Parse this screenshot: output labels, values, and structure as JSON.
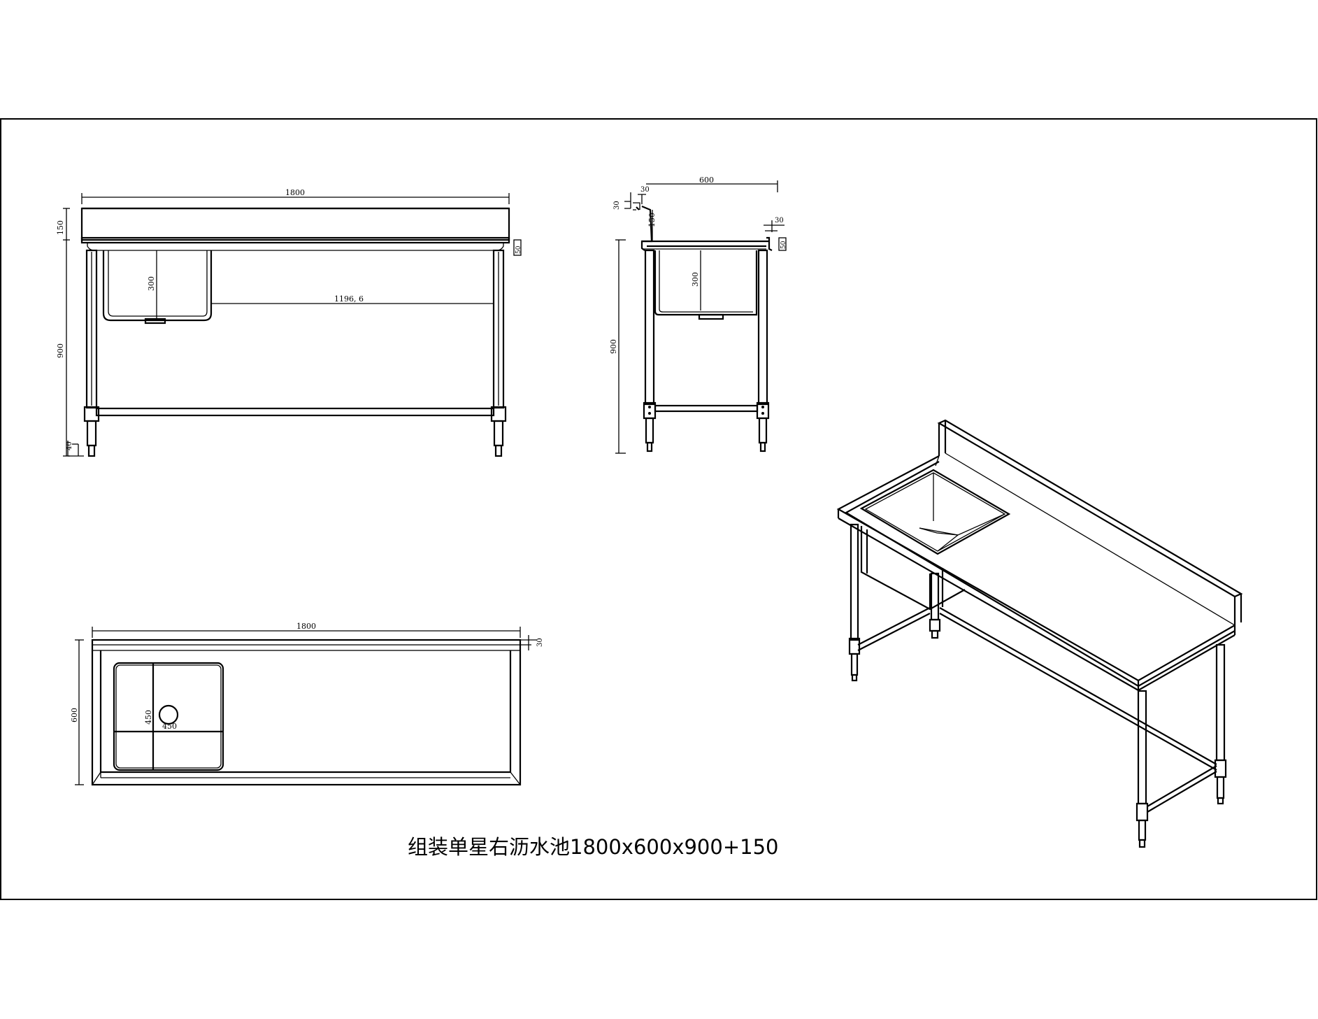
{
  "title": "组装单星右沥水池1800x600x900+150",
  "front_view": {
    "dim_length": "1800",
    "dim_backsplash": "150",
    "dim_height": "900",
    "dim_sink_depth": "300",
    "dim_drainboard": "1196, 6",
    "dim_edge": "50",
    "dim_foot": "40"
  },
  "side_view": {
    "dim_width": "600",
    "dim_top_lip": "30",
    "dim_back_lip": "30",
    "dim_backsplash": "150",
    "dim_front_lip": "30",
    "dim_edge": "50",
    "dim_sink_depth": "300",
    "dim_height": "900"
  },
  "plan_view": {
    "dim_length": "1800",
    "dim_width": "600",
    "dim_lip": "30",
    "dim_bowl_width": "450",
    "dim_bowl_length": "450"
  }
}
